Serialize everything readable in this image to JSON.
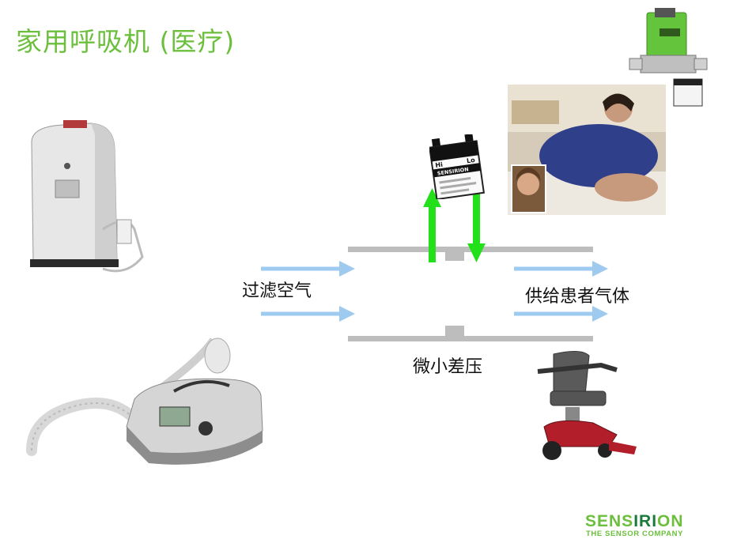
{
  "slide": {
    "title": "家用呼吸机 (医疗)",
    "label_input": "过滤空气",
    "label_output": "供给患者气体",
    "label_pressure": "微小差压"
  },
  "sensor_chip": {
    "hi": "Hi",
    "lo": "Lo",
    "brand": "SENSIRION"
  },
  "logo": {
    "name_green": "SENS",
    "name_dark": "IRI",
    "name_green2": "ON",
    "tagline": "THE SENSOR COMPANY"
  },
  "colors": {
    "title": "#6cbf3c",
    "flow_arrow": "#9fcaf0",
    "sensor_arrow": "#22e01a",
    "duct": "#bdbdbd",
    "logo_green": "#6cbf3c",
    "logo_dark": "#1a7a3a"
  }
}
